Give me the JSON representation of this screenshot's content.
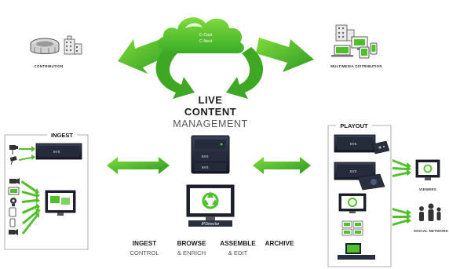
{
  "cloud": {
    "line1": "C-Cast",
    "line2": "C-Next"
  },
  "nodes": {
    "contribution": "CONTRIBUTION",
    "multimedia": "MULTIMEDIA DISTRIBUTION",
    "viewers": "VIEWERS",
    "social": "SOCIAL NETWORK"
  },
  "hub": {
    "line1": "LIVE",
    "line2": "CONTENT",
    "line3": "MANAGEMENT",
    "director": "IPDirector"
  },
  "panels": {
    "ingest": "INGEST",
    "playout": "PLAYOUT",
    "evs": "EVS"
  },
  "stages": [
    {
      "top": "INGEST",
      "bottom": "CONTROL"
    },
    {
      "top": "BROWSE",
      "bottom": "& ENRICH"
    },
    {
      "top": "ASSEMBLE",
      "bottom": "& EDIT"
    },
    {
      "top": "ARCHIVE",
      "bottom": ""
    }
  ],
  "colors": {
    "green": "#4fbf2a",
    "green_dark": "#2f8f1e",
    "device_dark": "#1d2233"
  }
}
